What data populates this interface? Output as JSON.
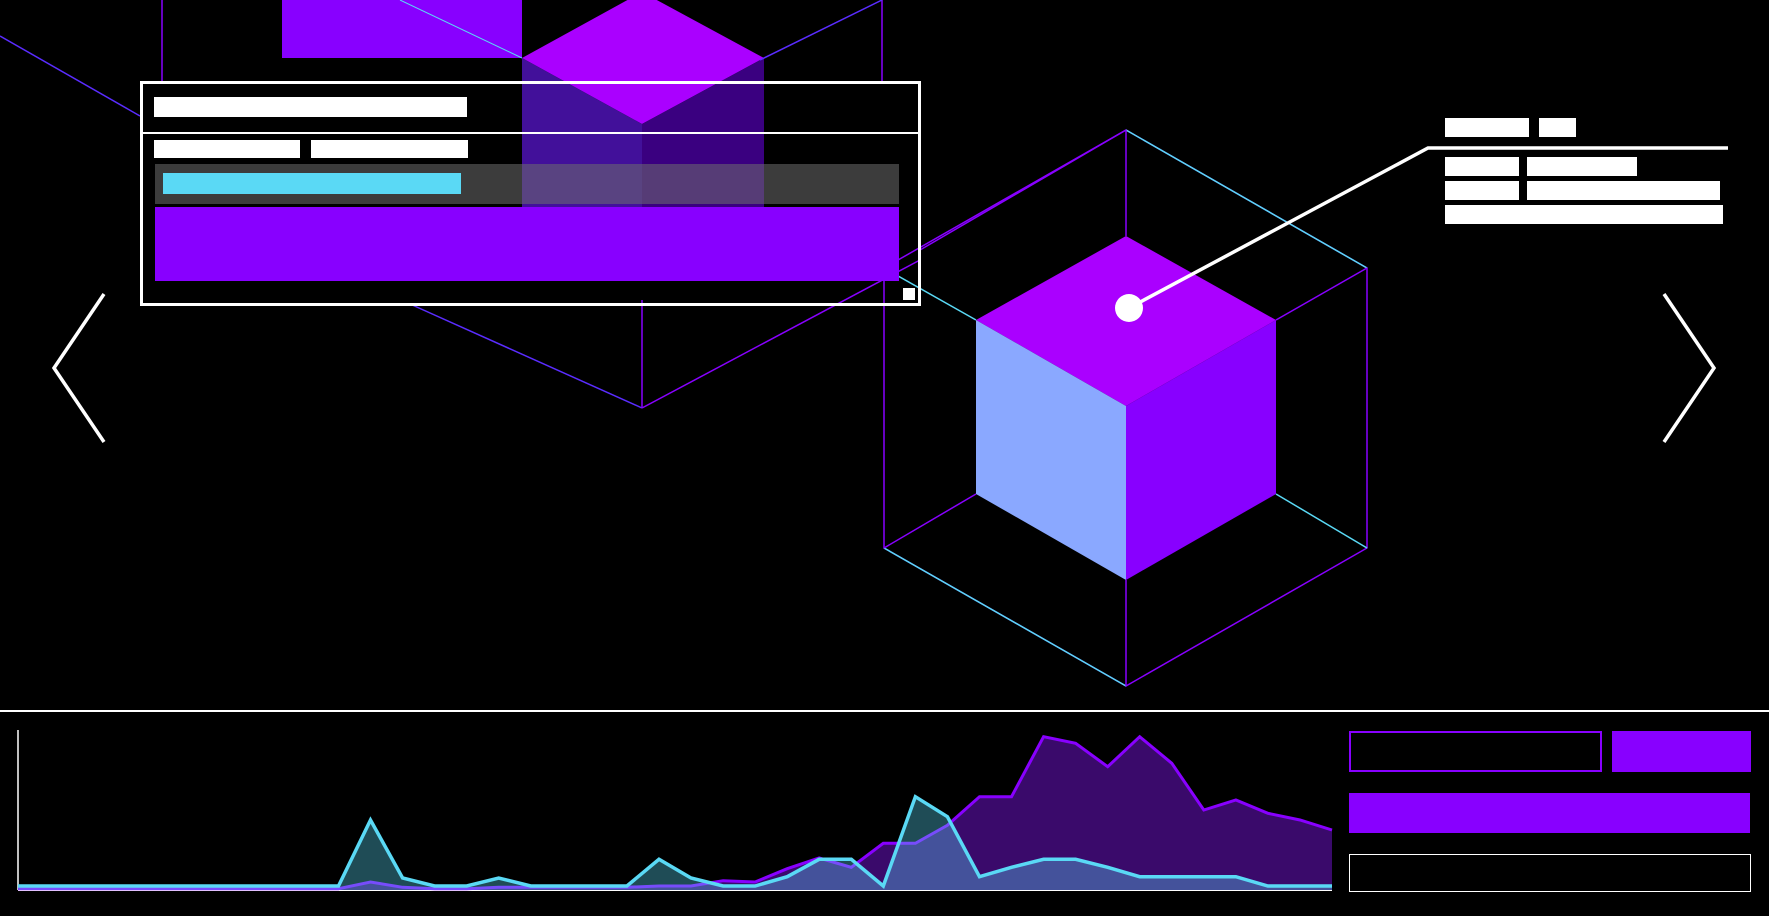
{
  "theme": {
    "background": "#000000",
    "accent_purple": "#8800ff",
    "accent_magenta": "#aa00ff",
    "accent_cyan": "#5ad9f5",
    "cube_left_face": "#8aa8ff",
    "foreground": "#ffffff"
  },
  "icons": {
    "prev": "chevron-left-icon",
    "next": "chevron-right-icon",
    "hotspot": "hotspot-dot-icon"
  },
  "info_panel": {
    "progress_fraction": 0.4
  },
  "timeline": {
    "series_a": [
      2,
      2,
      2,
      2,
      2,
      2,
      2,
      2,
      2,
      2,
      2,
      12,
      4,
      2,
      2,
      4,
      4,
      4,
      4,
      4,
      6,
      6,
      14,
      12,
      32,
      48,
      34,
      70,
      70,
      97,
      140,
      140,
      230,
      220,
      185,
      230,
      190,
      120,
      135,
      115,
      105,
      90
    ],
    "series_b": [
      6,
      6,
      6,
      6,
      6,
      6,
      6,
      6,
      6,
      6,
      6,
      105,
      18,
      6,
      6,
      18,
      6,
      6,
      6,
      6,
      46,
      18,
      6,
      6,
      20,
      46,
      46,
      6,
      140,
      110,
      20,
      34,
      46,
      46,
      34,
      20,
      20,
      20,
      20,
      6,
      6,
      6
    ],
    "ylim": [
      0,
      240
    ]
  }
}
